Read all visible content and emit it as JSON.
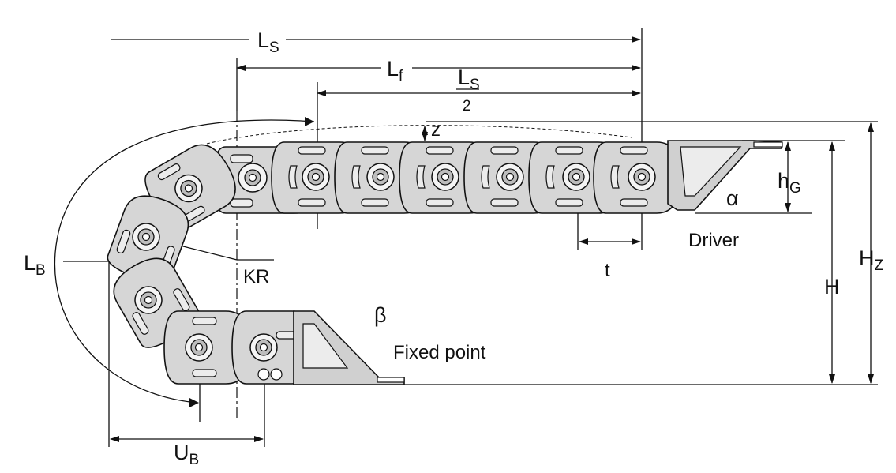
{
  "labels": {
    "ls_main": "L",
    "ls_main_sub": "S",
    "lf_main": "L",
    "lf_main_sub": "f",
    "ls_half_num": "L",
    "ls_half_num_sub": "S",
    "ls_half_den": "2",
    "z": "z",
    "hg_main": "h",
    "hg_sub": "G",
    "alpha": "α",
    "driver": "Driver",
    "t": "t",
    "hz_main": "H",
    "hz_sub": "Z",
    "h": "H",
    "lb_main": "L",
    "lb_sub": "B",
    "kr": "KR",
    "beta": "β",
    "fixed_point": "Fixed point",
    "ub_main": "U",
    "ub_sub": "B"
  },
  "colors": {
    "line": "#111111",
    "link_fill": "#d6d6d6",
    "background": "#ffffff"
  }
}
